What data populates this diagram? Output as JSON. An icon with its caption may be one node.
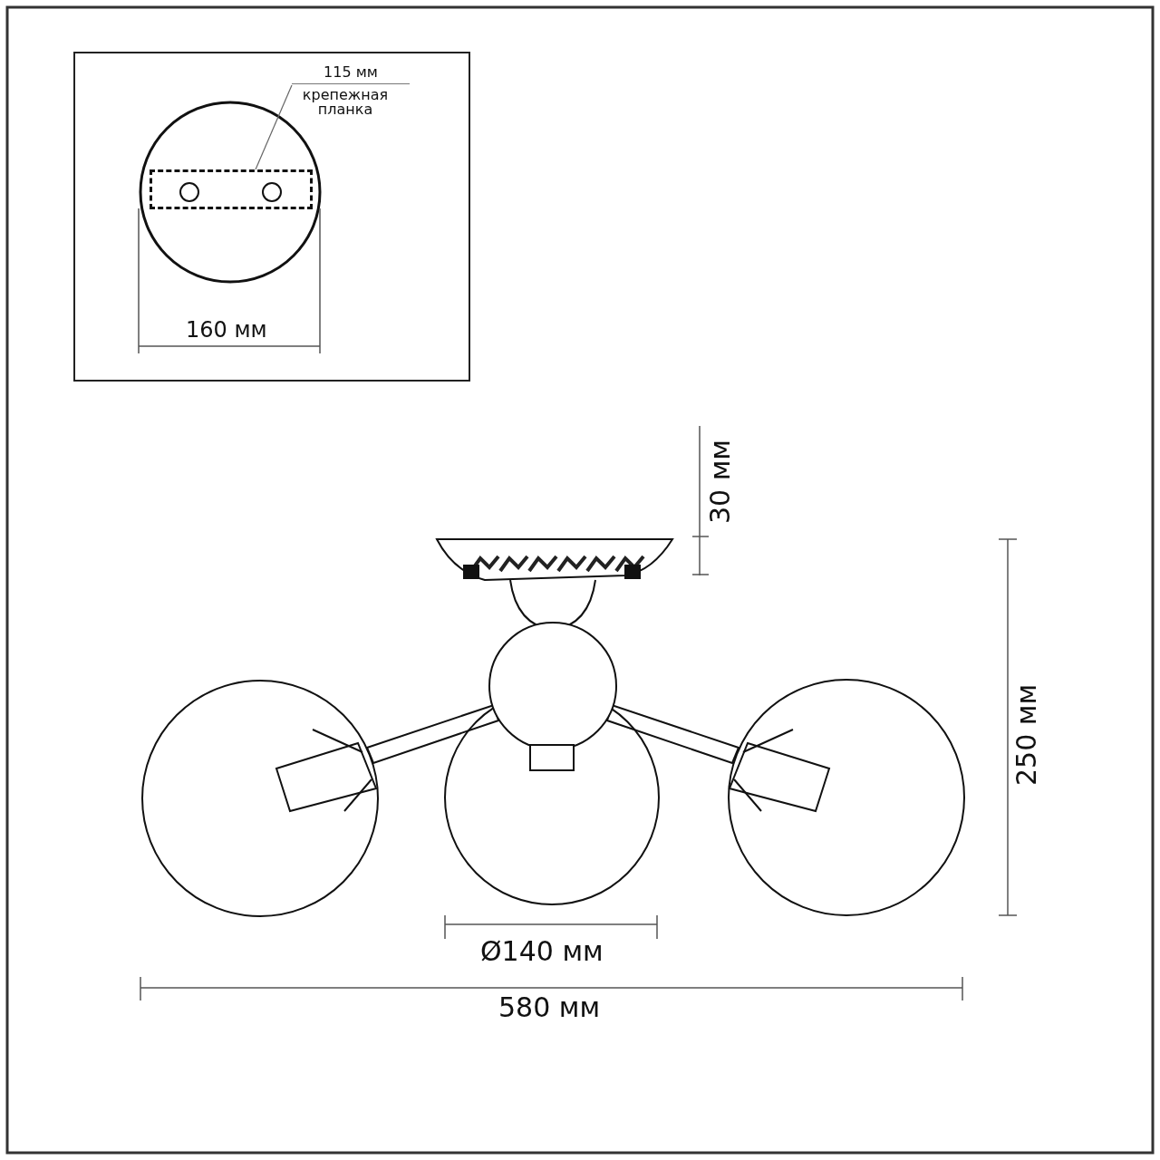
{
  "diagram": {
    "nodes": [
      {
        "text": [
          "115 мм",
          "крепежная планка"
        ]
      },
      {
        "text": [],
        "shape": "box"
      }
    ],
    "edges": [
      {
        "from": 0,
        "to": 1,
        "arrow": "none"
      }
    ],
    "labels": [
      "160 мм",
      "30 мм",
      "250 мм",
      "Ø140 мм",
      "580 мм"
    ]
  }
}
